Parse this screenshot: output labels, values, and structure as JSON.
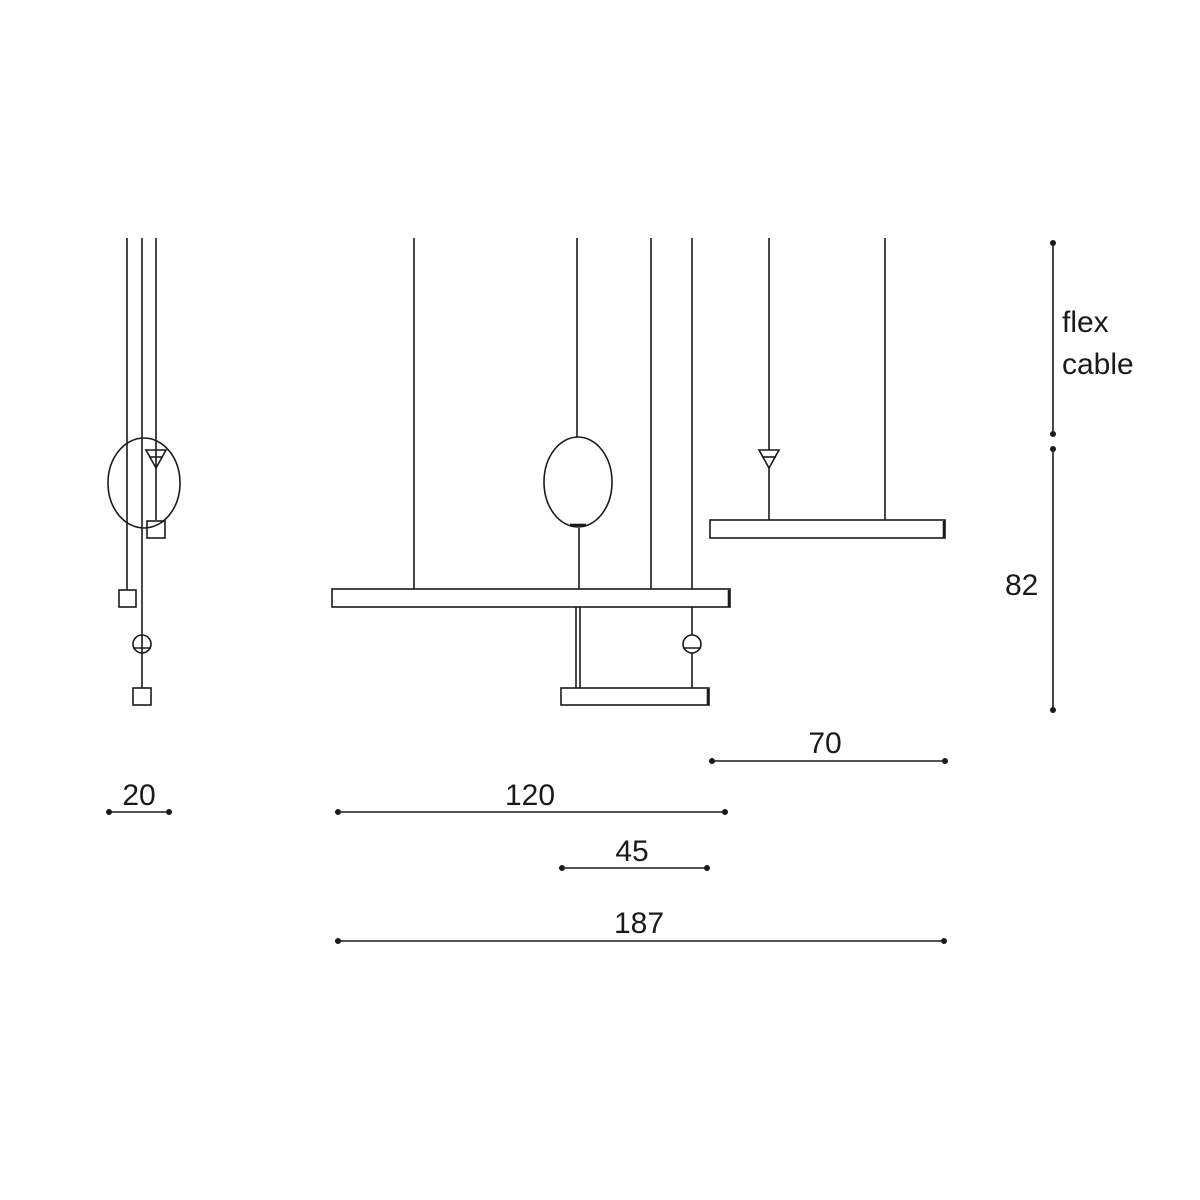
{
  "dimensions": {
    "side_width": "20",
    "upper_bar_width": "120",
    "lower_bar_width": "45",
    "right_bar_width": "70",
    "total_width": "187",
    "height": "82",
    "cable_line1": "flex",
    "cable_line2": "cable"
  },
  "colors": {
    "line": "#1a1a1a",
    "background": "#ffffff"
  }
}
